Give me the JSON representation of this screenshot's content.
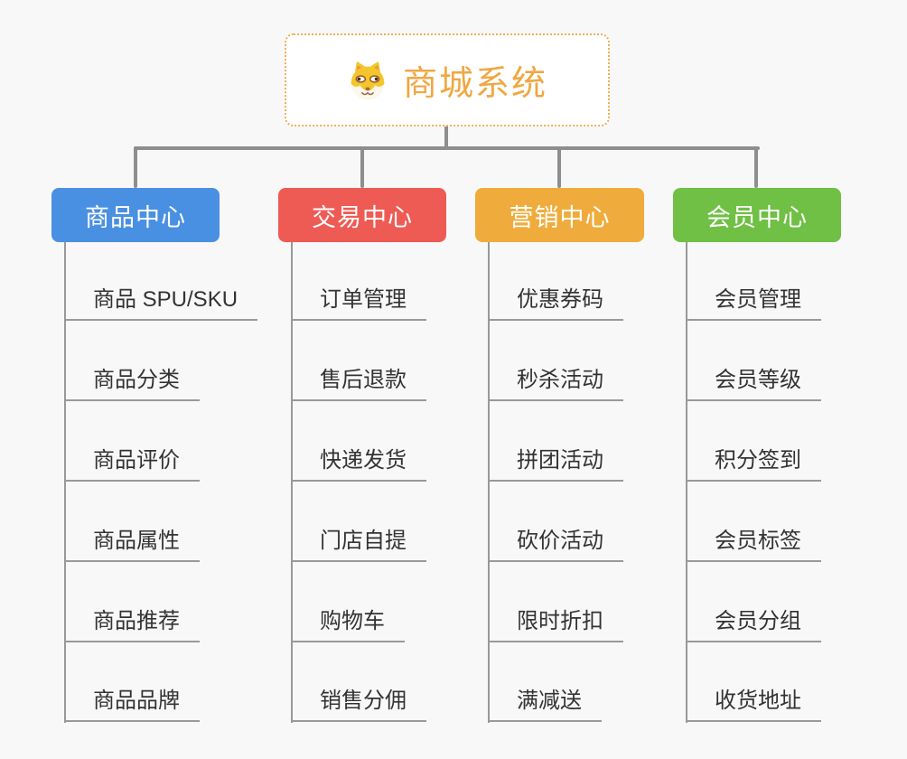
{
  "root": {
    "title": "商城系统",
    "icon": "dog-logo-icon"
  },
  "branches": [
    {
      "label": "商品中心",
      "color": "#4a90e2",
      "children": [
        "商品 SPU/SKU",
        "商品分类",
        "商品评价",
        "商品属性",
        "商品推荐",
        "商品品牌"
      ]
    },
    {
      "label": "交易中心",
      "color": "#ee5b54",
      "children": [
        "订单管理",
        "售后退款",
        "快递发货",
        "门店自提",
        "购物车",
        "销售分佣"
      ]
    },
    {
      "label": "营销中心",
      "color": "#efac3c",
      "children": [
        "优惠券码",
        "秒杀活动",
        "拼团活动",
        "砍价活动",
        "限时折扣",
        "满减送"
      ]
    },
    {
      "label": "会员中心",
      "color": "#6fc044",
      "children": [
        "会员管理",
        "会员等级",
        "积分签到",
        "会员标签",
        "会员分组",
        "收货地址"
      ]
    }
  ],
  "colors": {
    "background": "#f8f8f8",
    "connector": "#8e8e8e",
    "leaf_line": "#999999",
    "leaf_text": "#333333",
    "root_border": "#f3ae54",
    "root_title": "#f0a742",
    "branch_text": "#ffffff"
  }
}
